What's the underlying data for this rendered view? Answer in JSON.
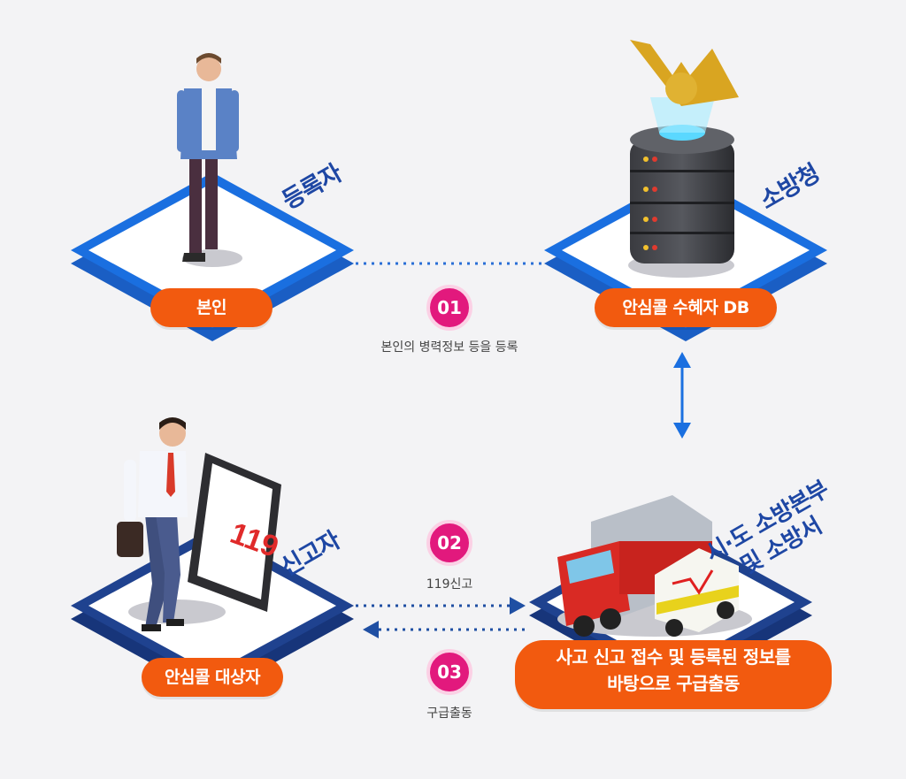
{
  "nodes": {
    "registrant": {
      "title": "등록자",
      "label": "본인"
    },
    "fire_agency": {
      "title": "소방청",
      "label": "안심콜 수혜자 DB"
    },
    "reporter": {
      "title": "신고자",
      "label": "안심콜 대상자"
    },
    "fire_hq": {
      "title_line1": "시·도 소방본부",
      "title_line2": "및 소방서",
      "label_line1": "사고 신고 접수 및 등록된 정보를",
      "label_line2": "바탕으로 구급출동"
    }
  },
  "steps": [
    {
      "number": "01",
      "caption": "본인의 병력정보 등을 등록"
    },
    {
      "number": "02",
      "caption": "119신고"
    },
    {
      "number": "03",
      "caption": "구급출동"
    }
  ],
  "tablet_logo": "119",
  "colors": {
    "pill": "#f25a0f",
    "step": "#e2197d",
    "blue_platform": "#1a6fe0",
    "navy_platform": "#1f428f",
    "title": "#1e47a4"
  }
}
